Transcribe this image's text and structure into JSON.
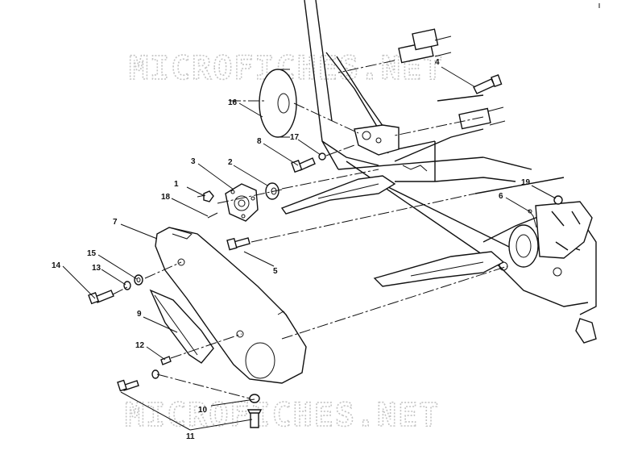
{
  "watermark": {
    "top": "MICROFICHES.NET",
    "bottom": "MICROFICHES.NET"
  },
  "callouts": [
    {
      "id": "c1",
      "text": "1"
    },
    {
      "id": "c2",
      "text": "2"
    },
    {
      "id": "c3",
      "text": "3"
    },
    {
      "id": "c4",
      "text": "4"
    },
    {
      "id": "c5",
      "text": "5"
    },
    {
      "id": "c6",
      "text": "6"
    },
    {
      "id": "c7",
      "text": "7"
    },
    {
      "id": "c8",
      "text": "8"
    },
    {
      "id": "c9",
      "text": "9"
    },
    {
      "id": "c10",
      "text": "10"
    },
    {
      "id": "c11",
      "text": "11"
    },
    {
      "id": "c12",
      "text": "12"
    },
    {
      "id": "c13",
      "text": "13"
    },
    {
      "id": "c14",
      "text": "14"
    },
    {
      "id": "c15",
      "text": "15"
    },
    {
      "id": "c16",
      "text": "16"
    },
    {
      "id": "c17",
      "text": "17"
    },
    {
      "id": "c18",
      "text": "18"
    },
    {
      "id": "c19",
      "text": "19"
    }
  ],
  "colors": {
    "ink": "#111111",
    "watermark": "#c4c4c4",
    "background": "#ffffff"
  }
}
